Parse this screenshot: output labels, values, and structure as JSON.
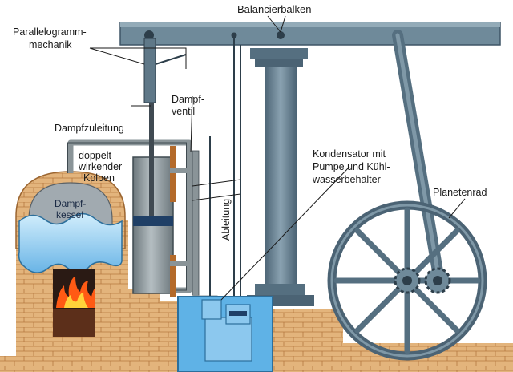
{
  "labels": {
    "balancier": "Balancierbalken",
    "parallel_1": "Parallelogramm-",
    "parallel_2": "mechanik",
    "dampfventil_1": "Dampf-",
    "dampfventil_2": "ventil",
    "dampfzuleitung": "Dampfzuleitung",
    "kolben_1": "doppelt-",
    "kolben_2": "wirkender",
    "kolben_3": "Kolben",
    "kessel_1": "Dampf-",
    "kessel_2": "kessel",
    "ableitung": "Ableitung",
    "kondensator_1": "Kondensator mit",
    "kondensator_2": "Pumpe und Kühl-",
    "kondensator_3": "wasserbehälter",
    "planetenrad": "Planetenrad"
  },
  "colors": {
    "beam": "#6f8a9a",
    "beam_dark": "#3e5566",
    "brick": "#e3b47c",
    "brick_line": "#b5783f",
    "cylinder": "#8a9498",
    "water": "#8cc8ee",
    "condenser": "#5fb2e6",
    "fire": "#ff5a14",
    "steel": "#556f80"
  },
  "icons": [
    "flame-icon",
    "gear-icon",
    "flywheel-icon"
  ]
}
